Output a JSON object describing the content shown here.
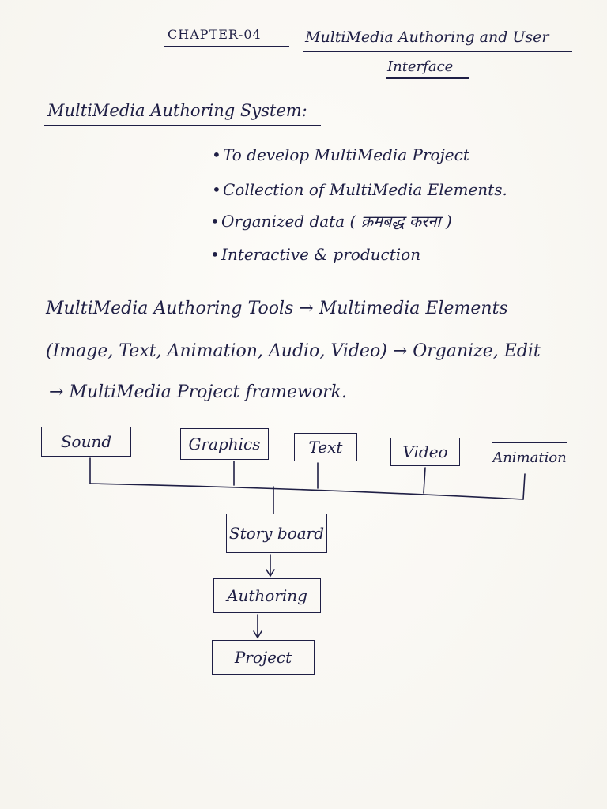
{
  "header": {
    "chapter": "CHAPTER-04",
    "title_line1": "MultiMedia Authoring and User",
    "title_line2": "Interface"
  },
  "section": {
    "heading": "MultiMedia Authoring System:",
    "bullets": [
      "To develop MultiMedia Project",
      "Collection of MultiMedia Elements.",
      "Organized data ( क्रमबद्ध करना )",
      "Interactive & production"
    ]
  },
  "paragraph": {
    "line1": "MultiMedia Authoring Tools → Multimedia Elements",
    "line2": "(Image, Text, Animation, Audio, Video) → Organize, Edit",
    "line3": "→ MultiMedia Project framework."
  },
  "diagram": {
    "elements": [
      "Sound",
      "Graphics",
      "Text",
      "Video",
      "Animation"
    ],
    "storyboard": "Story board",
    "authoring": "Authoring",
    "project": "Project"
  },
  "colors": {
    "ink": "#1f1f45",
    "paper": "#fbfaf7"
  }
}
